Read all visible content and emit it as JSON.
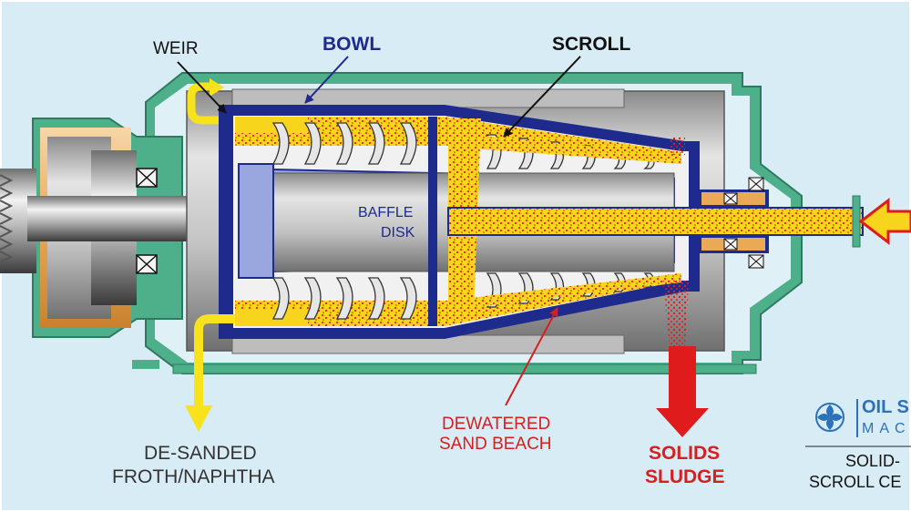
{
  "labels": {
    "weir": "WEIR",
    "bowl": "BOWL",
    "scroll": "SCROLL",
    "baffle_line1": "BAFFLE",
    "baffle_line2": "DISK",
    "froth_line1": "DE-SANDED",
    "froth_line2": "FROTH/NAPHTHA",
    "beach_line1": "DEWATERED",
    "beach_line2": "SAND BEACH",
    "solids_line1": "SOLIDS",
    "solids_line2": "SLUDGE"
  },
  "logo": {
    "line1": "OIL S",
    "line2": "MAC",
    "caption_line1": "SOLID-",
    "caption_line2": "SCROLL CE"
  },
  "colors": {
    "background": "#d8ecf6",
    "frame_green": "#4db08a",
    "bowl_navy": "#1e2a8c",
    "baffle_lavender": "#9aa6e0",
    "feed_yellow": "#f7d51c",
    "sludge_red": "#e01b1b",
    "bowl_label": "#1e2a8c",
    "beach_label": "#d42020",
    "solids_label": "#d42020"
  },
  "icons": [
    "flow-arrow-feed",
    "flow-arrow-froth",
    "flow-arrow-solids",
    "leader-arrow",
    "logo-pinwheel-icon"
  ]
}
